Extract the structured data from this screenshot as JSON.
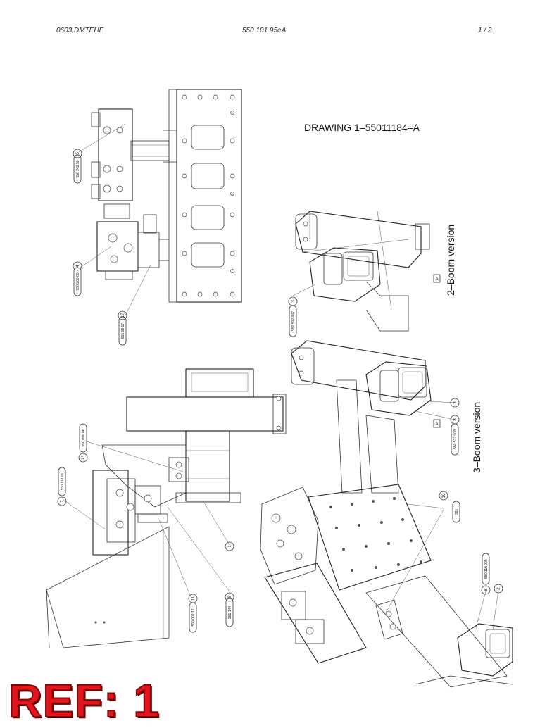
{
  "header": {
    "left": "0603 DMTEHE",
    "center": "550 101 95eA",
    "right": "1 /   2"
  },
  "drawing": {
    "title": "DRAWING 1–55011184–A",
    "version_2boom": "2–Boom version",
    "version_3boom": "3–Boom version",
    "revision_mark": "A"
  },
  "stamp": {
    "text": "REF: 1"
  },
  "callouts": [
    {
      "id": "c5",
      "number": "5",
      "part": "550 242 50"
    },
    {
      "id": "c4",
      "number": "4",
      "part": "550 200 00"
    },
    {
      "id": "c17",
      "number": "17",
      "part": "515 08 17"
    },
    {
      "id": "c7",
      "number": "7",
      "part": "550 118 01"
    },
    {
      "id": "c13",
      "number": "13",
      "part": "550 090 06"
    },
    {
      "id": "c1",
      "number": "1",
      "part": ""
    },
    {
      "id": "c6",
      "number": "6",
      "part": "361 144"
    },
    {
      "id": "c11",
      "number": "11",
      "part": "550 002 12"
    },
    {
      "id": "c3a",
      "number": "3",
      "part": "550 512 007"
    },
    {
      "id": "c3b",
      "number": "3",
      "part": ""
    },
    {
      "id": "c8a",
      "number": "8",
      "part": "550 512 008"
    },
    {
      "id": "c10",
      "number": "10",
      "part": "361"
    },
    {
      "id": "c8b",
      "number": "8",
      "part": "550 115 005"
    },
    {
      "id": "c2",
      "number": "2",
      "part": ""
    }
  ],
  "colors": {
    "stamp": "#e4141c",
    "line": "#333333",
    "paper": "#ffffff"
  }
}
